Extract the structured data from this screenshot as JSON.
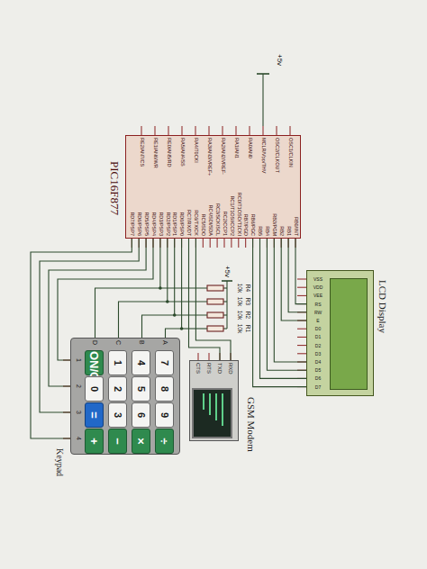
{
  "diagram": {
    "nodes": [
      {
        "text": [
          "PIC16F877"
        ]
      },
      {
        "text": [
          "LCD Display"
        ]
      },
      {
        "text": [
          "GSM Modem"
        ]
      },
      {
        "text": [
          "Keypad"
        ]
      },
      {
        "text": [
          "7"
        ],
        "in": 3
      },
      {
        "text": [
          "8"
        ],
        "in": 3
      },
      {
        "text": [
          "9"
        ],
        "in": 3
      },
      {
        "text": [
          "÷"
        ],
        "in": 3
      },
      {
        "text": [
          "4"
        ],
        "in": 3
      },
      {
        "text": [
          "5"
        ],
        "in": 3
      },
      {
        "text": [
          "6"
        ],
        "in": 3
      },
      {
        "text": [
          "×"
        ],
        "in": 3
      },
      {
        "text": [
          "1"
        ],
        "in": 3
      },
      {
        "text": [
          "2"
        ],
        "in": 3
      },
      {
        "text": [
          "3"
        ],
        "in": 3
      },
      {
        "text": [
          "−"
        ],
        "in": 3
      },
      {
        "text": [
          "ON/C"
        ],
        "in": 3
      },
      {
        "text": [
          "0"
        ],
        "in": 3
      },
      {
        "text": [
          "="
        ],
        "in": 3
      },
      {
        "text": [
          "+"
        ],
        "in": 3
      }
    ],
    "edges": [
      {
        "from": 0,
        "to": 1,
        "arrow": "none"
      },
      {
        "from": 0,
        "to": 1,
        "arrow": "none"
      },
      {
        "from": 0,
        "to": 1,
        "arrow": "none"
      },
      {
        "from": 0,
        "to": 1,
        "arrow": "none"
      },
      {
        "from": 0,
        "to": 1,
        "arrow": "none"
      },
      {
        "from": 0,
        "to": 1,
        "arrow": "none"
      },
      {
        "from": 0,
        "to": 1,
        "arrow": "none"
      },
      {
        "from": 0,
        "to": 2,
        "arrow": "none"
      },
      {
        "from": 0,
        "to": 2,
        "arrow": "none"
      },
      {
        "from": 0,
        "to": 3,
        "arrow": "none"
      },
      {
        "from": 0,
        "to": 3,
        "arrow": "none"
      },
      {
        "from": 0,
        "to": 3,
        "arrow": "none"
      },
      {
        "from": 0,
        "to": 3,
        "arrow": "none"
      },
      {
        "from": 0,
        "to": 3,
        "arrow": "none"
      },
      {
        "from": 0,
        "to": 3,
        "arrow": "none"
      },
      {
        "from": 0,
        "to": 3,
        "arrow": "none"
      },
      {
        "from": 0,
        "to": 3,
        "arrow": "none"
      }
    ],
    "labels": [
      "+5v",
      "OSC1/CLKIN",
      "OSC2/CLKOUT",
      "MCLR/Vpp/THV",
      "RA0/AN0",
      "RA1/AN1",
      "RA2/AN2/VREF-",
      "RA3/AN3/VREF+",
      "RA4/T0CKI",
      "RA5/AN4/SS",
      "RE0/AN5/RD",
      "RE1/AN6/WR",
      "RE2/AN7/CS",
      "RB0/INT",
      "RB1",
      "RB2",
      "RB3/PGM",
      "RB4",
      "RB5",
      "RB6/PGC",
      "RB7/PGD",
      "RC0/T1OSO/T1CKI",
      "RC1/T1OSI/CCP2",
      "RC2/CCP1",
      "RC3/SCK/SCL",
      "RC4/SDI/SDA",
      "RC5/SDO",
      "RC6/TX/CK",
      "RC7/RX/DT",
      "RD0/PSP0",
      "RD1/PSP1",
      "RD2/PSP2",
      "RD3/PSP3",
      "RD4/PSP4",
      "RD5/PSP5",
      "RD6/PSP6",
      "RD7/PSP7",
      "VSS",
      "VDD",
      "VEE",
      "RS",
      "RW",
      "E",
      "D0",
      "D1",
      "D2",
      "D3",
      "D4",
      "D5",
      "D6",
      "D7",
      "RXD",
      "TXD",
      "RTS",
      "CTS",
      "A",
      "B",
      "C",
      "D",
      "1",
      "2",
      "3",
      "4",
      "R1",
      "10k",
      "R2",
      "10k",
      "R3",
      "10k",
      "R4",
      "10k",
      "+5v"
    ]
  }
}
